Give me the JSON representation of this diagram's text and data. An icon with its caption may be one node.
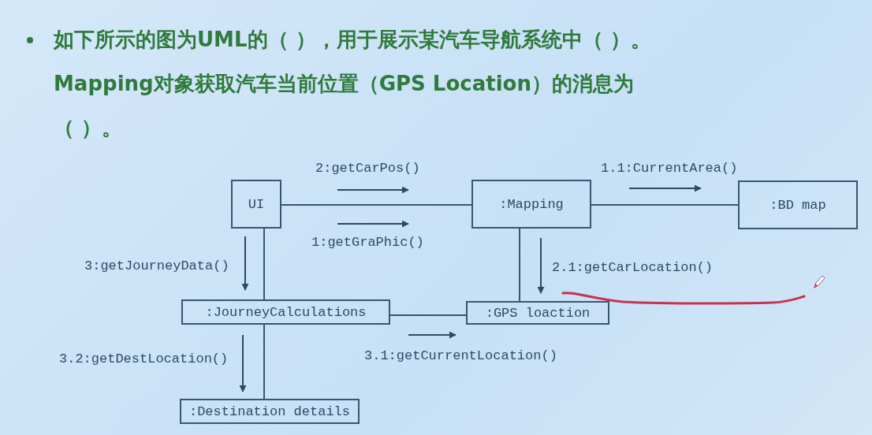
{
  "diagram": {
    "nodes": [
      {
        "text": [
          "UI"
        ]
      },
      {
        "text": [
          ":Mapping"
        ]
      },
      {
        "text": [
          ":BD map"
        ]
      },
      {
        "text": [
          ":JourneyCalculations"
        ]
      },
      {
        "text": [
          ":GPS loaction"
        ]
      },
      {
        "text": [
          ":Destination details"
        ]
      }
    ],
    "edges": [
      {
        "from": 0,
        "to": 1,
        "arrow": "none"
      },
      {
        "from": 1,
        "to": 2,
        "arrow": "none"
      },
      {
        "from": 0,
        "to": 3,
        "arrow": "none"
      },
      {
        "from": 1,
        "to": 4,
        "arrow": "none"
      },
      {
        "from": 3,
        "to": 4,
        "arrow": "none"
      },
      {
        "from": 3,
        "to": 5,
        "arrow": "none"
      }
    ],
    "labels": [
      "如下所示的图为UML的（ ），用于展示某汽车导航系统中（ ）。Mapping对象获取汽车当前位置（GPS Location）的消息为（ ）。",
      "2:getCarPos()",
      "1.1:CurrentArea()",
      "1:getGraPhic()",
      "3:getJourneyData()",
      "2.1:getCarLocation()",
      "3.2:getDestLocation()",
      "3.1:getCurrentLocation()"
    ]
  }
}
